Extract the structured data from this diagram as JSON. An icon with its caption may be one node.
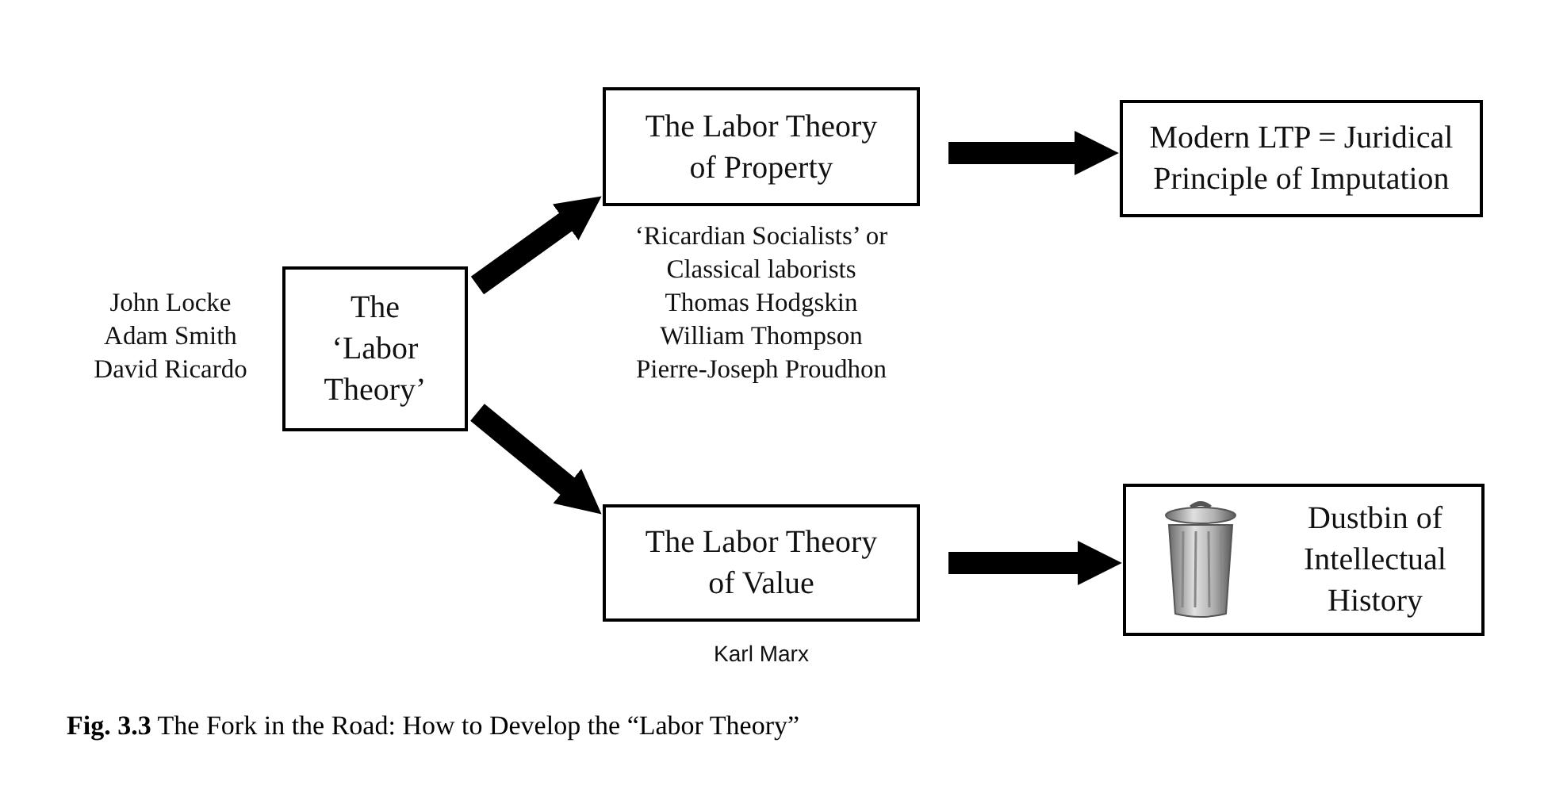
{
  "diagram": {
    "caption": "**Fig. 3.3** The Fork in the Road: How to Develop the “Labor Theory”",
    "nodes": [
      {
        "text": [
          "The ‘Labor Theory’"
        ],
        "beside": [
          "John Locke",
          "Adam Smith",
          "David Ricardo"
        ]
      },
      {
        "text": [
          "The Labor Theory of Property"
        ],
        "beside": [
          "‘Ricardian Socialists’ or Classical laborists",
          "Thomas Hodgskin",
          "William Thompson",
          "Pierre-Joseph Proudhon"
        ]
      },
      {
        "text": [
          "Modern LTP = Juridical Principle of Imputation"
        ]
      },
      {
        "text": [
          "The Labor Theory of Value"
        ],
        "beside": [
          "Karl Marx"
        ]
      },
      {
        "text": [
          "Dustbin of Intellectual History"
        ]
      }
    ],
    "edges": [
      {
        "from": 0,
        "to": 1,
        "arrow": "to"
      },
      {
        "from": 0,
        "to": 3,
        "arrow": "to"
      },
      {
        "from": 1,
        "to": 2,
        "arrow": "to"
      },
      {
        "from": 3,
        "to": 4,
        "arrow": "to"
      }
    ]
  }
}
